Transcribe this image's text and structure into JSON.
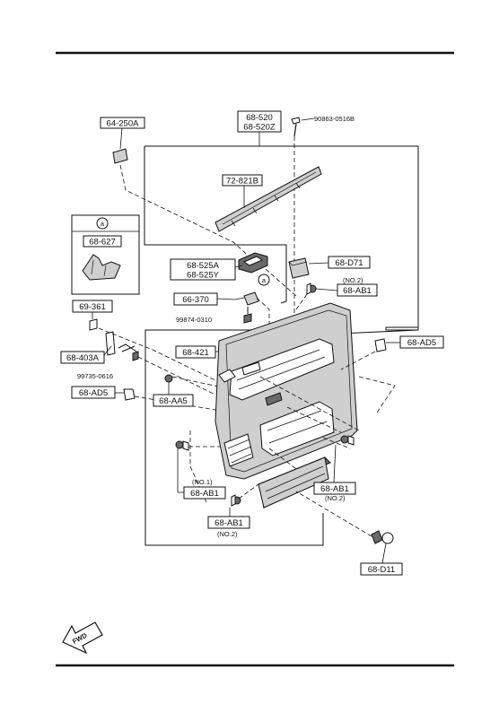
{
  "parts": {
    "p64_250A": "64-250A",
    "p68_520": "68-520",
    "p68_520Z": "68-520Z",
    "p90863": "90863-0516B",
    "p72_821B": "72-821B",
    "p68_627": "68-627",
    "detail_a": "a",
    "callout_a": "a",
    "p68_525A": "68-525A",
    "p68_525Y": "68-525Y",
    "p68_D71": "68-D71",
    "p66_370": "66-370",
    "p99874": "99874-0310",
    "p68_AB1_top_note": "(NO.2)",
    "p68_AB1_top": "68-AB1",
    "p69_361": "69-361",
    "p68_403A": "68-403A",
    "p99735": "99735-0616",
    "p68_AD5_left": "68-AD5",
    "p68_421": "68-421",
    "p68_AD5_right": "68-AD5",
    "p68_AA5": "68-AA5",
    "p68_AB1_left_note": "(NO.1)",
    "p68_AB1_left": "68-AB1",
    "p68_AB1_bottom": "68-AB1",
    "p68_AB1_bottom_note": "(NO.2)",
    "p68_AB1_right": "68-AB1",
    "p68_AB1_right_note": "(NO.2)",
    "p68_D11": "68-D11"
  },
  "fwd_label": "FWD",
  "colors": {
    "line": "#111111",
    "panel_fill": "#cfcfcf",
    "background": "#ffffff"
  }
}
